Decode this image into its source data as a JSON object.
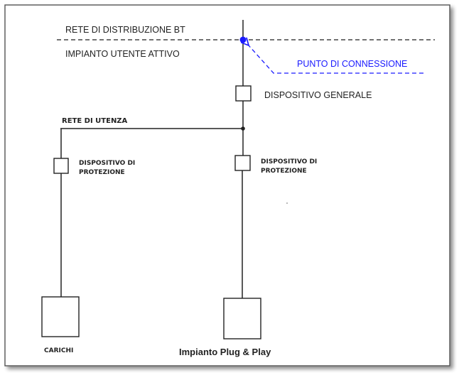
{
  "labels": {
    "network": "RETE DI DISTRIBUZIONE BT",
    "user_plant": "IMPIANTO UTENTE ATTIVO",
    "connection_point": "PUNTO DI CONNESSIONE",
    "general_device": "DISPOSITIVO GENERALE",
    "user_network": "RETE DI UTENZA",
    "protection_left_line1": "DISPOSITIVO DI",
    "protection_left_line2": "PROTEZIONE",
    "protection_right_line1": "DISPOSITIVO DI",
    "protection_right_line2": "PROTEZIONE",
    "loads": "CARICHI",
    "plug_play": "Impianto Plug & Play"
  },
  "colors": {
    "connection_accent": "#1a1aff",
    "line": "#222222",
    "dashed_boundary": "#444444",
    "frame_border": "#555555"
  }
}
